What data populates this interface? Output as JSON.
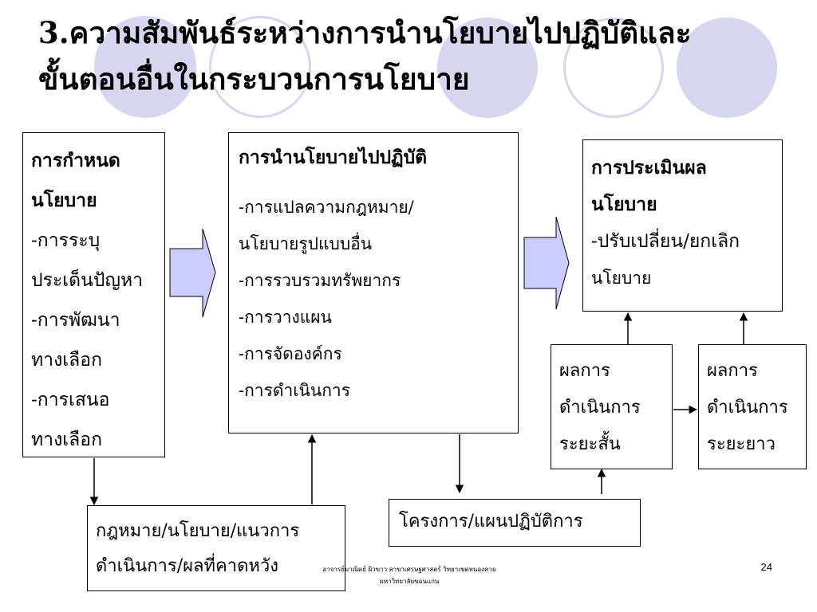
{
  "title": {
    "line1": "3.ความสัมพันธ์ระหว่างการนำนโยบายไปปฏิบัติและ",
    "line2": "ขั้นตอนอื่นในกระบวนการนโยบาย"
  },
  "boxes": {
    "formulation": {
      "lines": [
        "การกำหนด",
        "นโยบาย",
        "-การระบุ",
        "ประเด็นปัญหา",
        "-การพัฒนา",
        "ทางเลือก",
        "-การเสนอ",
        "ทางเลือก"
      ]
    },
    "implementation": {
      "title": "การนำนโยบายไปปฏิบัติ",
      "lines": [
        "-การแปลความกฎหมาย/",
        "นโยบายรูปแบบอื่น",
        "-การรวบรวมทรัพยากร",
        "-การวางแผน",
        "-การจัดองค์กร",
        "-การดำเนินการ"
      ]
    },
    "evaluation": {
      "lines": [
        "การประเมินผล",
        "นโยบาย",
        "-ปรับเปลี่ยน/ยกเลิก",
        "นโยบาย"
      ]
    },
    "short_term": {
      "lines": [
        "ผลการ",
        "ดำเนินการ",
        "ระยะสั้น"
      ]
    },
    "long_term": {
      "lines": [
        "ผลการ",
        "ดำเนินการ",
        "ระยะยาว"
      ]
    },
    "programs": {
      "text": "โครงการ/แผนปฏิบัติการ"
    },
    "laws": {
      "lines": [
        "กฎหมาย/นโยบาย/แนวการ",
        "ดำเนินการ/ผลที่คาดหวัง"
      ]
    }
  },
  "footer": {
    "line1": "อาจารย์มาณิตย์ ผิวขาว สาขาเศรษฐศาสตร์  วิทยาเขตหนองคาย",
    "line2": "มหาวิทยาลัยขอนแก่น"
  },
  "page_number": "24",
  "colors": {
    "circle": "#d6d6f0",
    "block_arrow_fill": "#ccccff",
    "border": "#000000"
  }
}
